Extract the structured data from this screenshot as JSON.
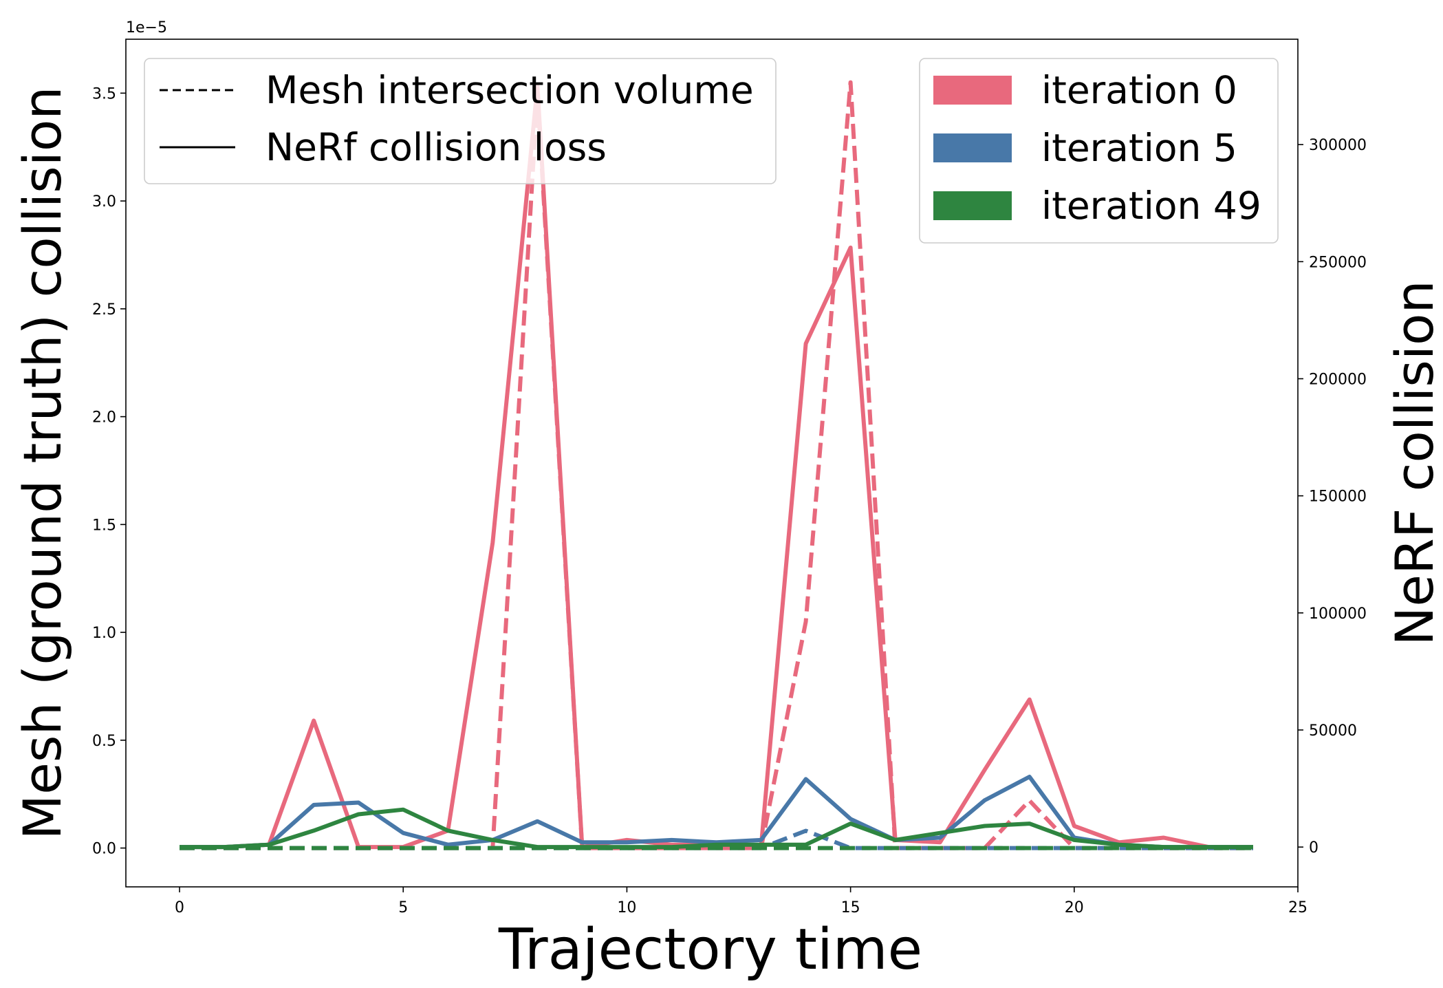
{
  "chart_data": {
    "type": "line",
    "xlabel": "Trajectory time",
    "ylabel_left": "Mesh (ground truth) collision",
    "ylabel_right": "NeRF collision",
    "left_scale_label": "1e−5",
    "x": [
      0,
      1,
      2,
      3,
      4,
      5,
      6,
      7,
      8,
      9,
      10,
      11,
      12,
      13,
      14,
      15,
      16,
      17,
      18,
      19,
      20,
      21,
      22,
      23,
      24
    ],
    "xlim": [
      -1.2,
      25
    ],
    "ylim_left": [
      -1.8e-06,
      3.75e-05
    ],
    "ylim_right": [
      -17000,
      345000
    ],
    "x_ticks": [
      0,
      5,
      10,
      15,
      20,
      25
    ],
    "left_ticks": [
      0,
      5e-06,
      1e-05,
      1.5e-05,
      2e-05,
      2.5e-05,
      3e-05,
      3.5e-05
    ],
    "left_tick_labels": [
      "0.0",
      "0.5",
      "1.0",
      "1.5",
      "2.0",
      "2.5",
      "3.0",
      "3.5"
    ],
    "right_ticks": [
      0,
      50000,
      100000,
      150000,
      200000,
      250000,
      300000
    ],
    "right_tick_labels": [
      "0",
      "50000",
      "100000",
      "150000",
      "200000",
      "250000",
      "300000"
    ],
    "grid": false,
    "style_legend": [
      {
        "label": "Mesh intersection volume",
        "dash": "dashed"
      },
      {
        "label": "NeRf collision loss",
        "dash": "solid"
      }
    ],
    "series": [
      {
        "name": "iteration 0",
        "color": "#e8697d",
        "mesh": [
          0,
          0,
          0,
          0,
          0,
          0,
          0,
          0,
          3.5e-05,
          0,
          0,
          0,
          0,
          0,
          1.05e-05,
          3.55e-05,
          0,
          0,
          0,
          2.2e-06,
          0,
          0,
          0,
          0,
          0
        ],
        "nerf": [
          0,
          0,
          1000,
          54000,
          0,
          0,
          7000,
          130000,
          325000,
          0,
          3000,
          1000,
          1000,
          0,
          215000,
          256000,
          3000,
          2000,
          33000,
          63000,
          9000,
          2000,
          4000,
          0,
          0
        ]
      },
      {
        "name": "iteration 5",
        "color": "#4878a8",
        "mesh": [
          0,
          0,
          0,
          0,
          0,
          0,
          0,
          0,
          0,
          0,
          0,
          0,
          0,
          0,
          8e-07,
          0,
          0,
          0,
          0,
          0,
          0,
          0,
          0,
          0,
          0
        ],
        "nerf": [
          0,
          0,
          1000,
          18000,
          19000,
          6000,
          1000,
          3000,
          11000,
          2000,
          2000,
          3000,
          2000,
          3000,
          29000,
          12000,
          3000,
          4000,
          20000,
          30000,
          4000,
          1000,
          0,
          0,
          0
        ]
      },
      {
        "name": "iteration 49",
        "color": "#2e8540",
        "mesh": [
          0,
          0,
          0,
          0,
          0,
          0,
          0,
          0,
          0,
          0,
          0,
          0,
          0,
          0,
          0,
          0,
          0,
          0,
          0,
          0,
          0,
          0,
          0,
          0,
          0
        ],
        "nerf": [
          0,
          0,
          1000,
          7000,
          14000,
          16000,
          7000,
          3000,
          0,
          0,
          0,
          0,
          1000,
          1000,
          1000,
          10000,
          3000,
          6000,
          9000,
          10000,
          3000,
          1000,
          0,
          0,
          0
        ]
      }
    ]
  }
}
